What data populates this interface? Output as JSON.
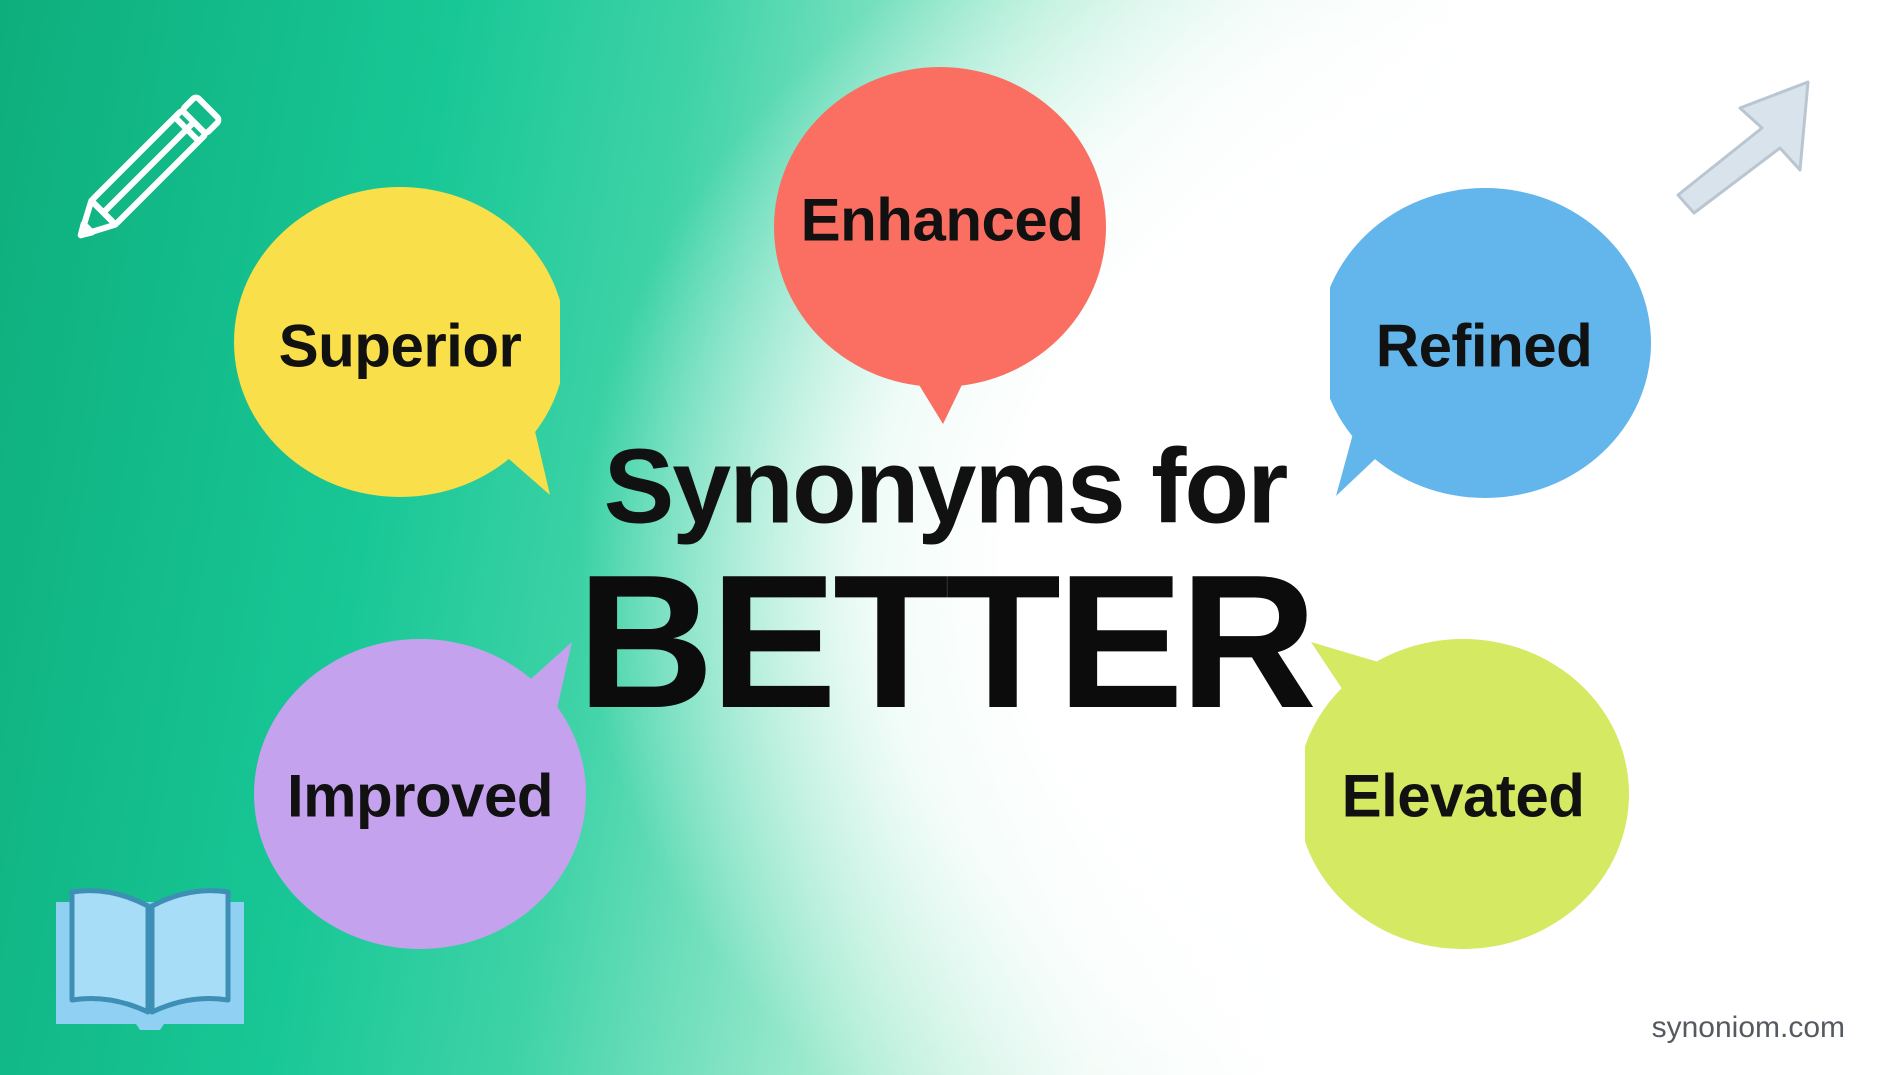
{
  "title": {
    "line1": "Synonyms for",
    "line2": "BETTER"
  },
  "bubbles": [
    {
      "word": "Superior",
      "color": "#f9df4a"
    },
    {
      "word": "Enhanced",
      "color": "#fa6f61"
    },
    {
      "word": "Refined",
      "color": "#62b6ec"
    },
    {
      "word": "Improved",
      "color": "#c5a2ee"
    },
    {
      "word": "Elevated",
      "color": "#d5e963"
    }
  ],
  "icons": {
    "top_left": "pencil-icon",
    "top_right": "arrow-up-right-icon",
    "bottom_left": "open-book-icon"
  },
  "watermark": "synoniom.com",
  "colors": {
    "gradient_start": "#0eae7c",
    "gradient_mid": "#3fd3a7",
    "background_end": "#ffffff",
    "text": "#111111"
  }
}
